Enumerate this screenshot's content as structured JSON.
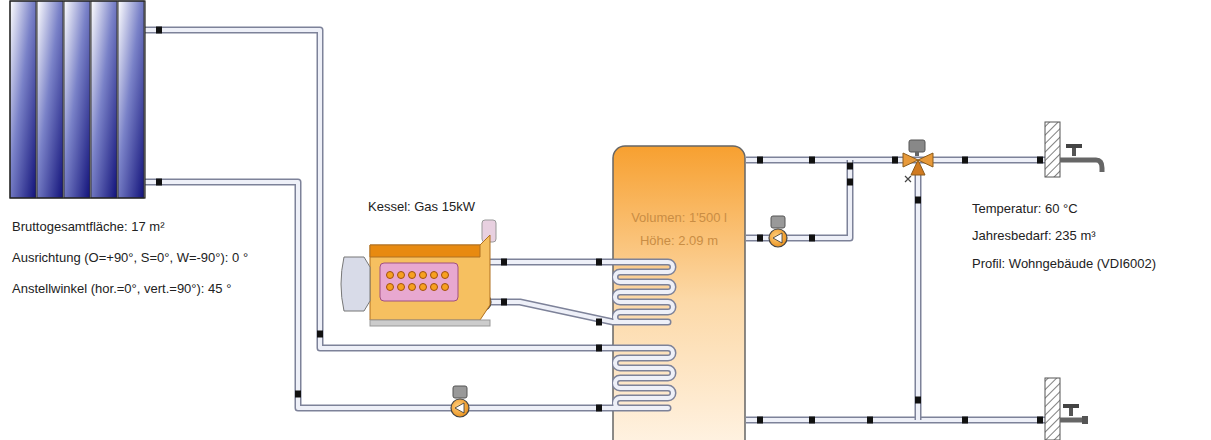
{
  "diagram": {
    "nodes": [
      {
        "text": [
          "Bruttogesamtfläche: 17 m²",
          "Ausrichtung (O=+90°, S=0°, W=-90°): 0 °",
          "Anstellwinkel (hor.=0°, vert.=90°): 45 °"
        ]
      },
      {
        "text": [
          "Kessel: Gas 15kW"
        ]
      },
      {
        "text": [
          "Volumen: 1'500 l",
          "Höhe: 2.09 m"
        ]
      }
    ],
    "edges": [
      {
        "from": 0,
        "to": 2,
        "arrow": "none"
      },
      {
        "from": 0,
        "to": 2,
        "arrow": "none"
      },
      {
        "from": 1,
        "to": 2,
        "arrow": "none"
      },
      {
        "from": 1,
        "to": 2,
        "arrow": "none"
      }
    ],
    "labels": [
      "Temperatur: 60 °C",
      "Jahresbedarf: 235 m³",
      "Profil: Wohngebäude (VDI6002)"
    ]
  }
}
